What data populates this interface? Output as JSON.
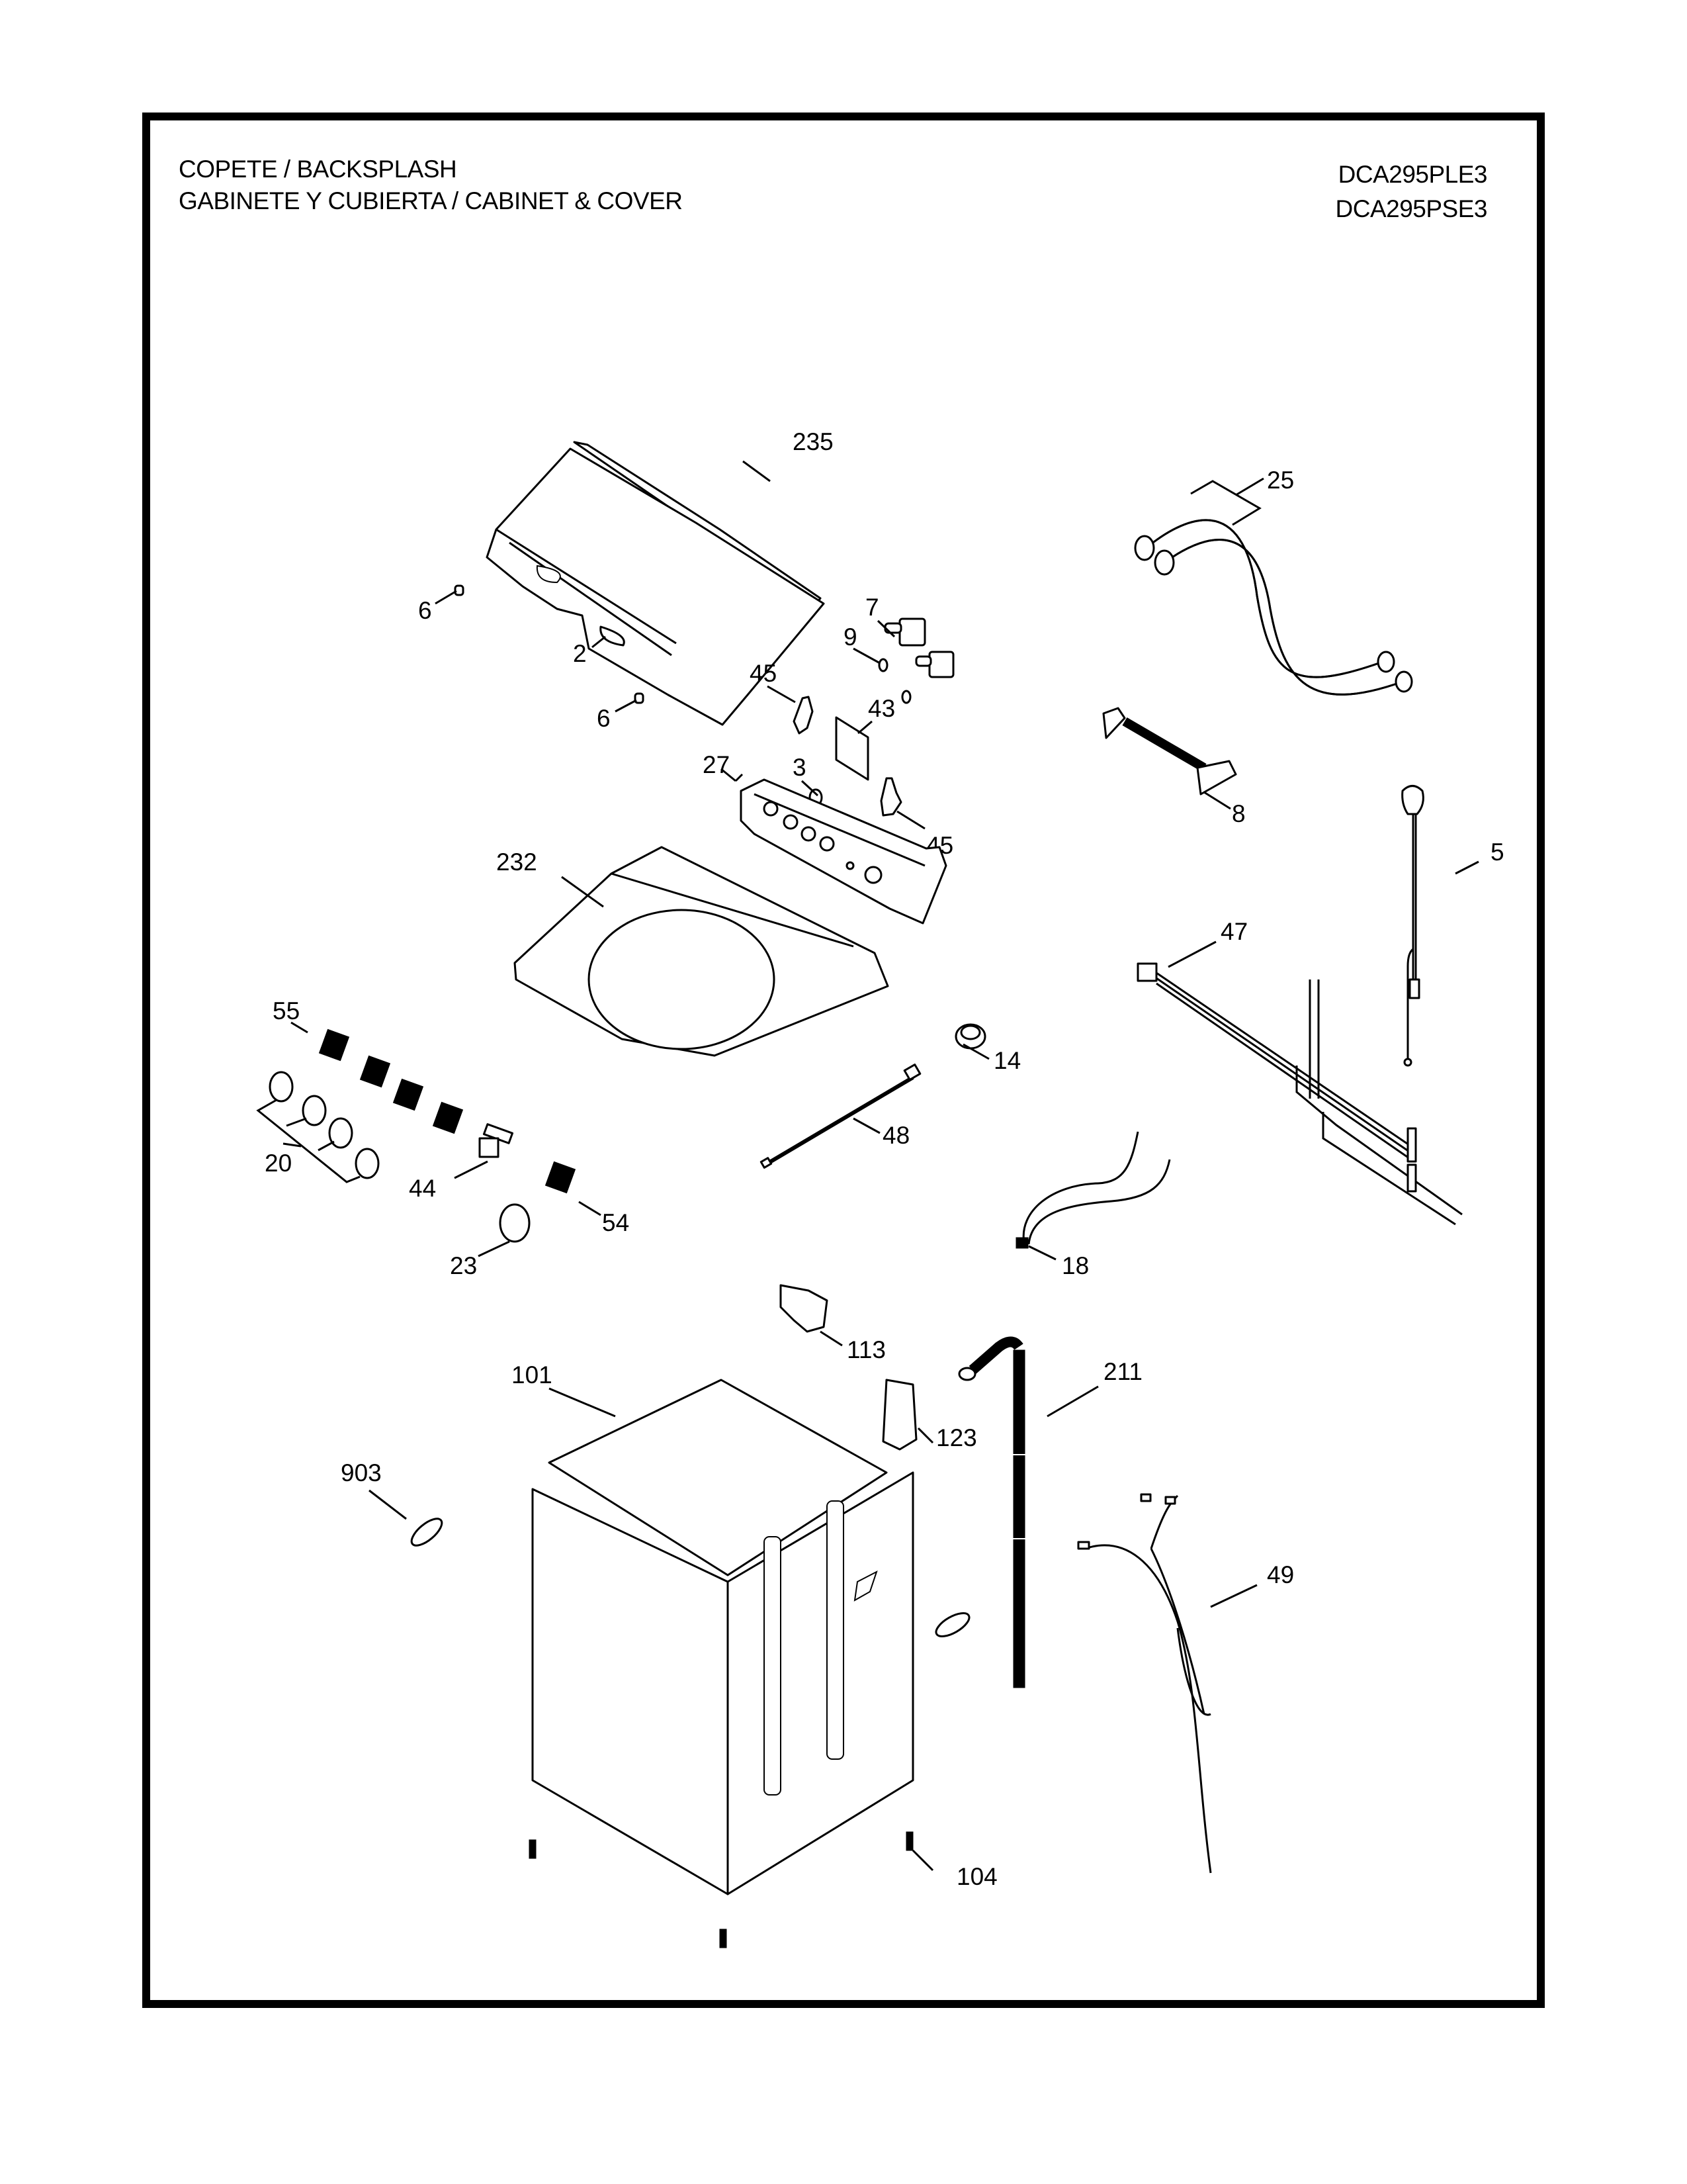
{
  "header": {
    "title_line1": "COPETE / BACKSPLASH",
    "title_line2": "GABINETE Y CUBIERTA / CABINET & COVER",
    "model_numbers": [
      "DCA295PLE3",
      "DCA295PSE3"
    ]
  },
  "callouts": [
    {
      "id": "235",
      "label": "235"
    },
    {
      "id": "25",
      "label": "25"
    },
    {
      "id": "6a",
      "label": "6"
    },
    {
      "id": "2",
      "label": "2"
    },
    {
      "id": "6b",
      "label": "6"
    },
    {
      "id": "7",
      "label": "7"
    },
    {
      "id": "9",
      "label": "9"
    },
    {
      "id": "45a",
      "label": "45"
    },
    {
      "id": "43",
      "label": "43"
    },
    {
      "id": "3",
      "label": "3"
    },
    {
      "id": "27",
      "label": "27"
    },
    {
      "id": "45b",
      "label": "45"
    },
    {
      "id": "8",
      "label": "8"
    },
    {
      "id": "5",
      "label": "5"
    },
    {
      "id": "232",
      "label": "232"
    },
    {
      "id": "47",
      "label": "47"
    },
    {
      "id": "55",
      "label": "55"
    },
    {
      "id": "14",
      "label": "14"
    },
    {
      "id": "20",
      "label": "20"
    },
    {
      "id": "48",
      "label": "48"
    },
    {
      "id": "44",
      "label": "44"
    },
    {
      "id": "54",
      "label": "54"
    },
    {
      "id": "23",
      "label": "23"
    },
    {
      "id": "18",
      "label": "18"
    },
    {
      "id": "113",
      "label": "113"
    },
    {
      "id": "101",
      "label": "101"
    },
    {
      "id": "211",
      "label": "211"
    },
    {
      "id": "123",
      "label": "123"
    },
    {
      "id": "903",
      "label": "903"
    },
    {
      "id": "49",
      "label": "49"
    },
    {
      "id": "104",
      "label": "104"
    }
  ]
}
